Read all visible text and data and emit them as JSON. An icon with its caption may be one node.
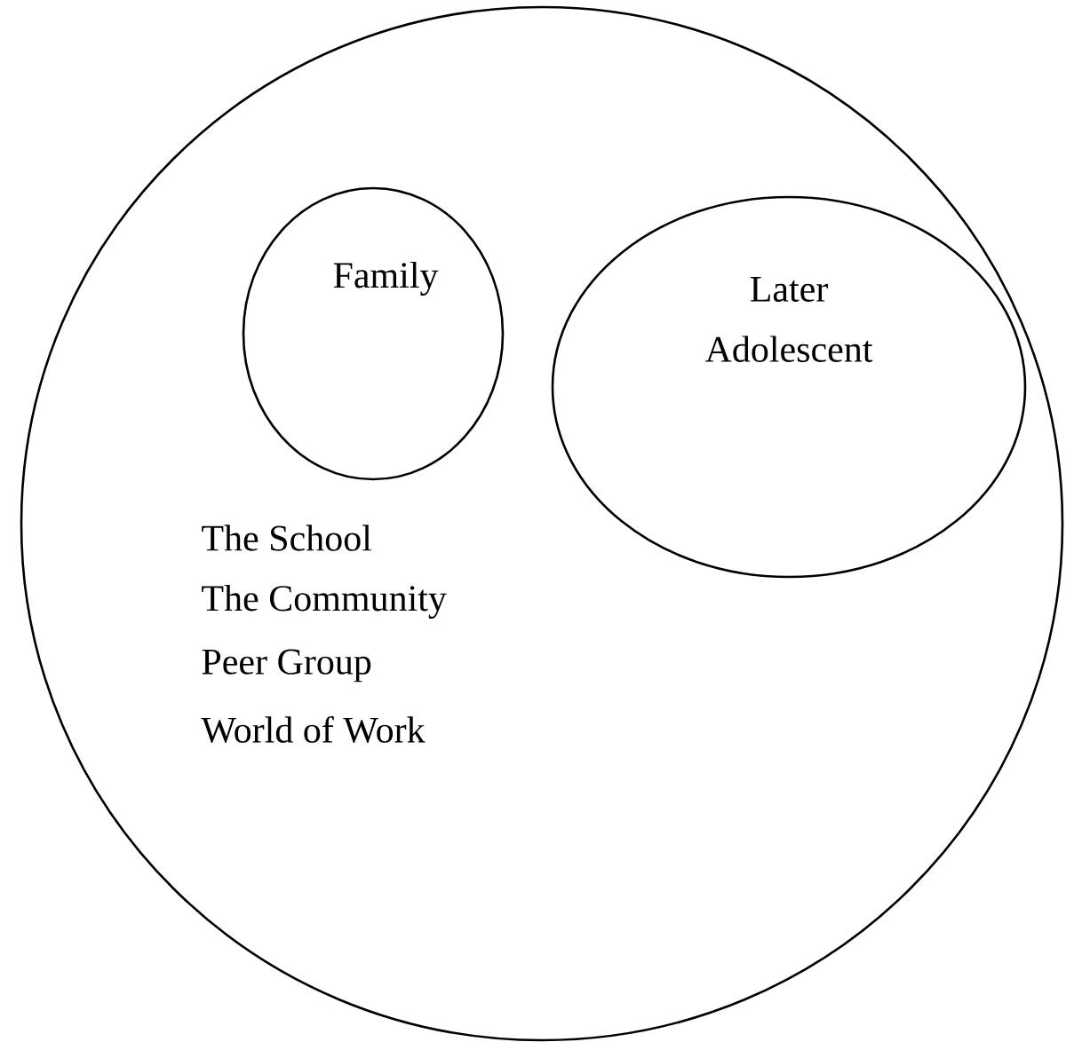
{
  "diagram": {
    "nodes": [
      {
        "text": [
          "The School",
          "The Community",
          "Peer Group",
          "World of Work"
        ]
      },
      {
        "text": [
          "Family"
        ],
        "in": 0
      },
      {
        "text": [
          "Later Adolescent"
        ],
        "in": 0
      }
    ]
  }
}
